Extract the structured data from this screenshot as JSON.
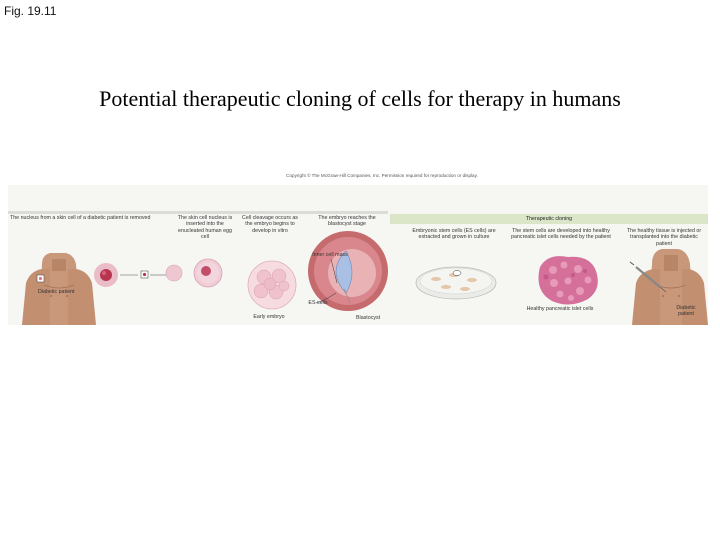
{
  "fig_label": "Fig. 19.11",
  "title": "Potential therapeutic cloning of cells for therapy in humans",
  "copyright": "Copyright © The McGraw-Hill Companies, Inc. Permission required for reproduction or display.",
  "steps": {
    "nucleus_removed": "The nucleus from a skin cell of a diabetic patient is removed",
    "nucleus_inserted": "The skin cell nucleus is inserted into the enucleated human egg cell",
    "cell_cleavage": "Cell cleavage occurs as the embryo begins to develop in vitro",
    "blastocyst_stage": "The embryo reaches the blastocyst stage",
    "therapeutic_header": "Therapeutic cloning",
    "es_extracted": "Embryonic stem cells (ES cells) are extracted and grown in culture",
    "stem_developed": "The stem cells are developed into healthy pancreatic islet cells needed by the patient",
    "tissue_injected": "The healthy tissue is injected or transplanted into the diabetic patient"
  },
  "labels": {
    "diabetic_patient_left": "Diabetic patient",
    "diabetic_patient_right": "Diabetic patient",
    "inner_cell_mass": "Inner cell mass",
    "early_embryo": "Early embryo",
    "es_cells": "ES cells",
    "blastocyst": "Blastocyst",
    "healthy_islet_cells": "Healthy pancreatic islet cells"
  },
  "colors": {
    "figure_bg": "#f6f6f3",
    "header_band": "#d7e3c6",
    "skin": "#c99a7b",
    "cell_pink": "#e7b7c4",
    "nucleus_red": "#b23a55"
  }
}
